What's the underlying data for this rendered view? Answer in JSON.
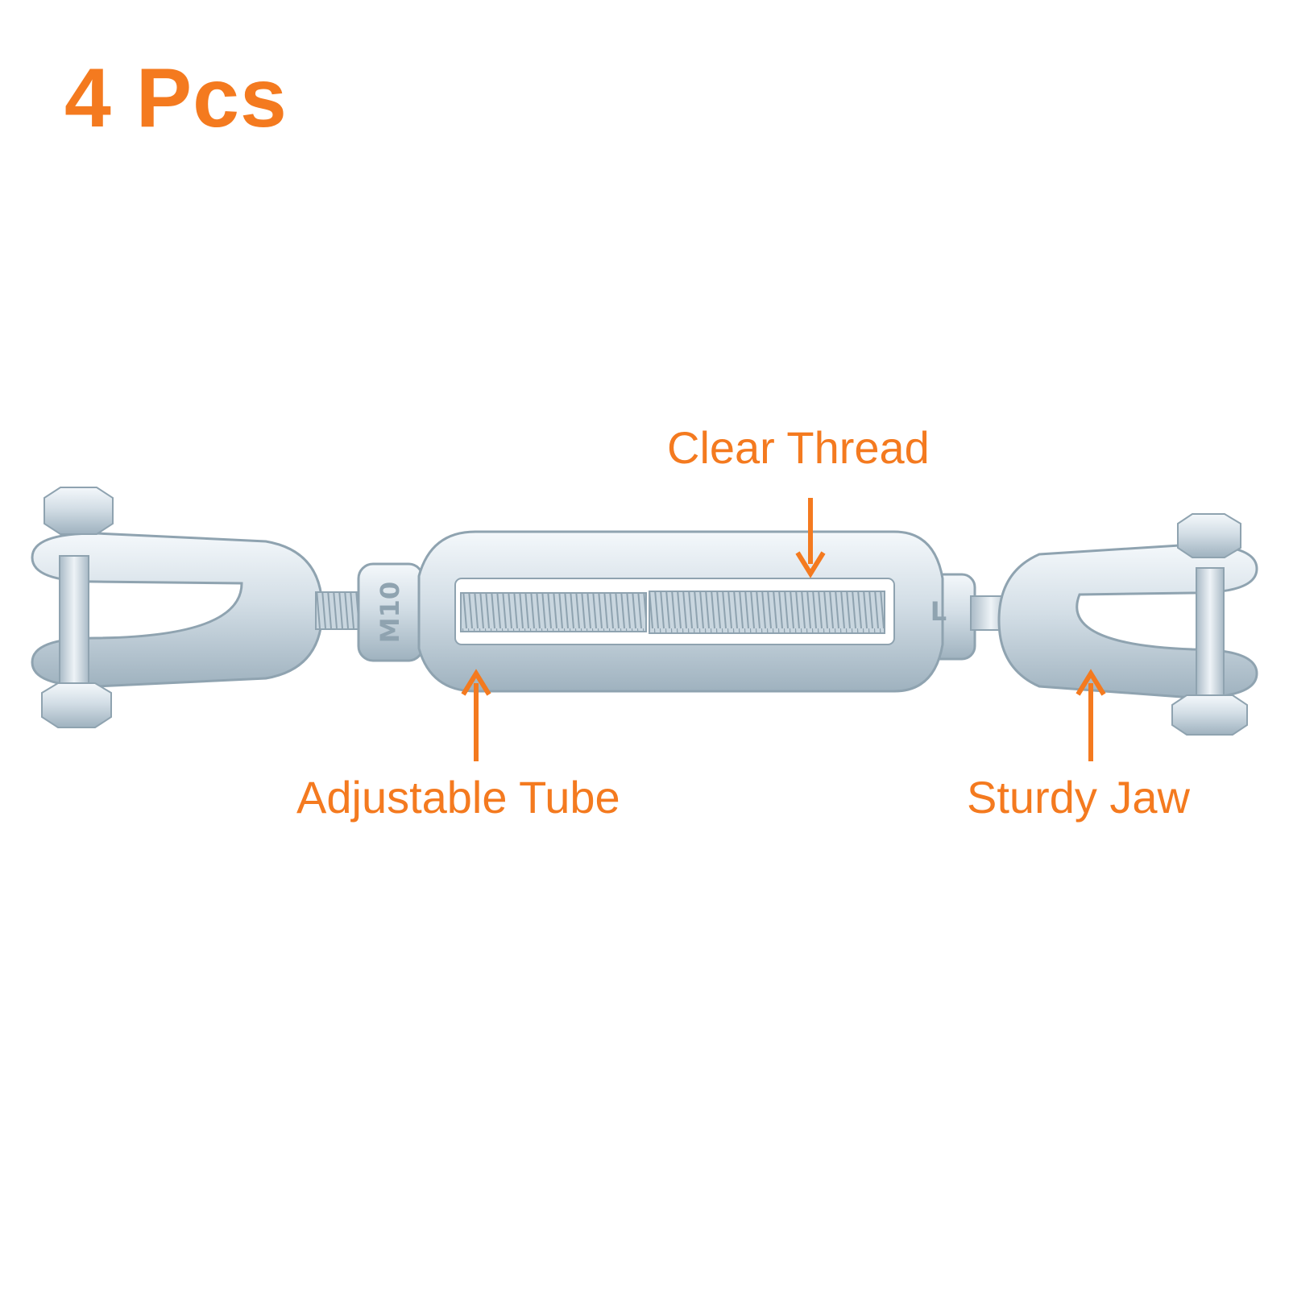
{
  "title": "4 Pcs",
  "callouts": {
    "clear_thread": "Clear Thread",
    "adjustable_tube": "Adjustable Tube",
    "sturdy_jaw": "Sturdy Jaw"
  },
  "product_markings": {
    "left_boss": "M10",
    "right_boss": "L"
  },
  "colors": {
    "accent": "#f47a1f",
    "metal_light": "#e6edf2",
    "metal_mid": "#b9c8d2",
    "metal_dark": "#7f939f"
  },
  "icons": {
    "arrow": "arrow-icon"
  }
}
